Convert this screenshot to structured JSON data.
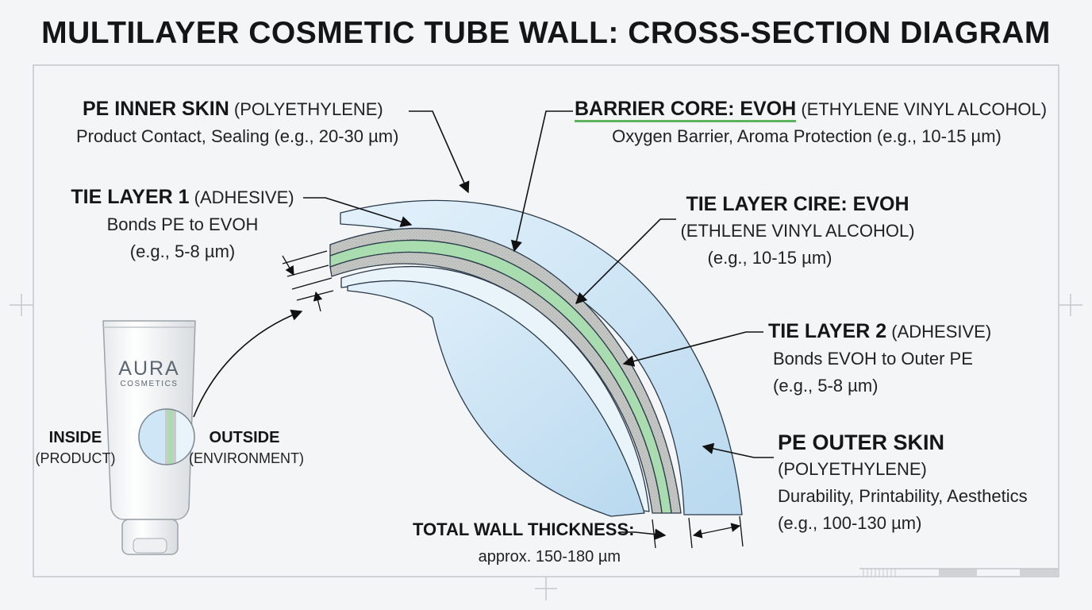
{
  "title": "MULTILAYER COSMETIC TUBE WALL: CROSS-SECTION DIAGRAM",
  "labels": {
    "pe_inner": {
      "name": "PE INNER SKIN",
      "qualifier": "(POLYETHYLENE)",
      "desc": "Product Contact, Sealing (e.g., 20-30 µm)"
    },
    "barrier": {
      "name": "BARRIER CORE: EVOH",
      "qualifier": "(ETHYLENE VINYL ALCOHOL)",
      "desc": "Oxygen Barrier, Aroma Protection (e.g., 10-15 µm)"
    },
    "tie1": {
      "name": "TIE LAYER 1",
      "qualifier": "(ADHESIVE)",
      "desc": "Bonds PE to EVOH",
      "spec": "(e.g., 5-8 µm)"
    },
    "tie_cire": {
      "name": "TIE LAYER CIRE: EVOH",
      "qualifier": "(ETHLENE VINYL ALCOHOL)",
      "spec": "(e.g., 10-15 µm)"
    },
    "tie2": {
      "name": "TIE LAYER 2",
      "qualifier": "(ADHESIVE)",
      "desc": "Bonds EVOH to Outer PE",
      "spec": "(e.g., 5-8 µm)"
    },
    "pe_outer": {
      "name": "PE OUTER SKIN",
      "qualifier": "(POLYETHYLENE)",
      "desc": "Durability, Printability, Aesthetics",
      "spec": "(e.g., 100-130 µm)"
    },
    "total": {
      "name": "TOTAL WALL THICKNESS:",
      "desc": "approx. 150-180 µm"
    },
    "inside": {
      "name": "INSIDE",
      "sub": "(PRODUCT)"
    },
    "outside": {
      "name": "OUTSIDE",
      "sub": "(ENVIRONMENT)"
    }
  },
  "tube": {
    "brand": "AURA",
    "sub": "COSMETICS"
  },
  "colors": {
    "pe": "#cfe6f6",
    "evoh": "#a9dcae",
    "tie": "#c9cbc9",
    "frame": "#c4c8cc",
    "accent_underline": "#5fb35f"
  }
}
